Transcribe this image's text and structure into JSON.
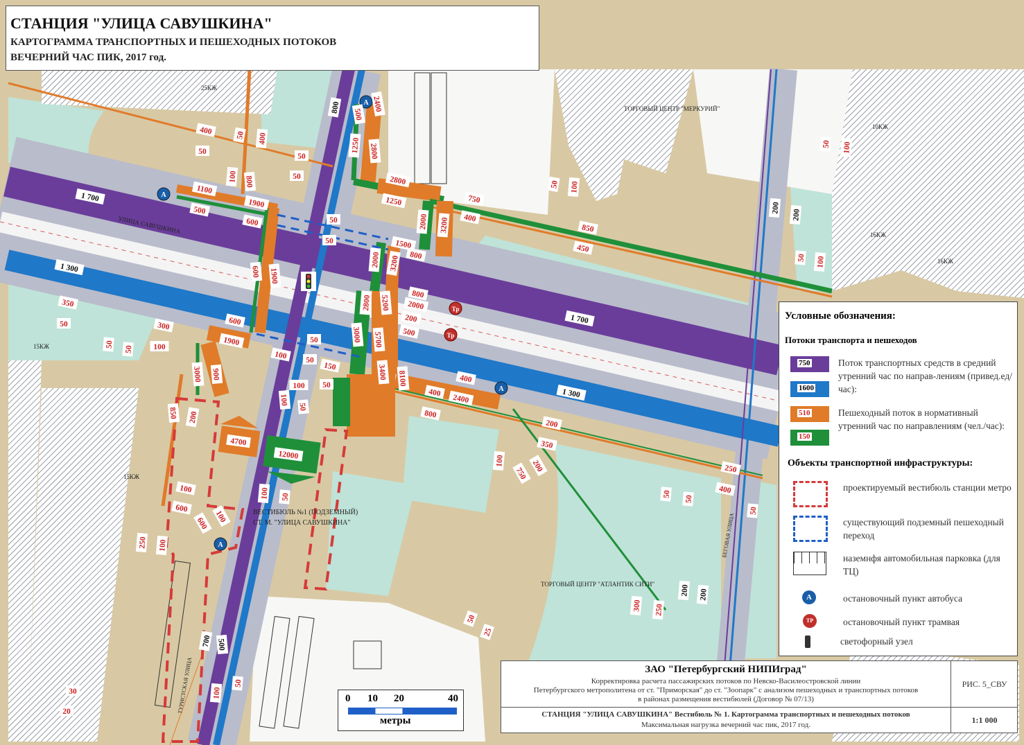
{
  "title": {
    "station": "СТАНЦИЯ \"УЛИЦА САВУШКИНА\"",
    "line1": "КАРТОГРАММА ТРАНСПОРТНЫХ И ПЕШЕХОДНЫХ ПОТОКОВ",
    "line2": "ВЕЧЕРНИЙ ЧАС ПИК, 2017 год."
  },
  "colors": {
    "vehicle_purple": "#6a3d9a",
    "vehicle_blue": "#1f78c8",
    "ped_orange": "#e07b2a",
    "ped_green": "#1f8f3a",
    "tan": "#d8c9a4",
    "teal": "#bfe3d8",
    "road_gray": "#b9bccb",
    "vestibule_red": "#d63a3a"
  },
  "map_labels": {
    "block_25kj": "25КЖ",
    "mall_mercury": "ТОРГОВЫЙ ЦЕНТР \"МЕРКУРИЙ\"",
    "block_10kj": "10КЖ",
    "block_16kj_a": "16КЖ",
    "block_16kj_b": "16КЖ",
    "street_savushkina": "УЛИЦА САВУШКИНА",
    "block_15kj_a": "15КЖ",
    "block_15kj_b": "15КЖ",
    "vestibule_line1": "ВЕСТИБЮЛЬ №1 (ПОДЗЕМНЫЙ)",
    "vestibule_line2": "СТ. М. \"УЛИЦА САВУШКИНА\"",
    "mall_atlantic": "ТОРГОВЫЙ ЦЕНТР \"АТЛАНТИК СИТИ\"",
    "street_turistskaya": "ТУРИСТСКАЯ УЛИЦА",
    "street_begovaya": "БЕГОВАЯ УЛИЦА",
    "tram_stop": "Тр",
    "bus_stop": "А"
  },
  "vehicle_flows": [
    "1 700",
    "1 300",
    "1 700",
    "1 300",
    "800",
    "200",
    "200",
    "200",
    "200",
    "700",
    "500"
  ],
  "pedestrian_flows": [
    "400",
    "50",
    "50",
    "400",
    "50",
    "50",
    "100",
    "800",
    "1100",
    "500",
    "1900",
    "600",
    "50",
    "50",
    "2400",
    "500",
    "1250",
    "2800",
    "2800",
    "1250",
    "750",
    "400",
    "2000",
    "3200",
    "1500",
    "850",
    "450",
    "50",
    "100",
    "2000",
    "3200",
    "800",
    "600",
    "1900",
    "2800",
    "5200",
    "800",
    "2000",
    "200",
    "500",
    "350",
    "50",
    "300",
    "100",
    "600",
    "1900",
    "3000",
    "5700",
    "50",
    "100",
    "50",
    "150",
    "50",
    "100",
    "50",
    "100",
    "3400",
    "8100",
    "400",
    "400",
    "2400",
    "800",
    "3000",
    "900",
    "850",
    "200",
    "4700",
    "12000",
    "100",
    "350",
    "200",
    "200",
    "750",
    "250",
    "400",
    "50",
    "50",
    "50",
    "100",
    "50",
    "100",
    "600",
    "600",
    "100",
    "250",
    "100",
    "50",
    "50",
    "50",
    "100",
    "50",
    "100",
    "300",
    "250",
    "50",
    "25",
    "100",
    "50",
    "30",
    "20"
  ],
  "legend": {
    "title": "Условные обозначения:",
    "section_flows": "Потоки транспорта и пешеходов",
    "swatch_vehicle_1": "750",
    "swatch_vehicle_2": "1600",
    "vehicle_desc": "Поток транспортных средств в средний утренний час по направ-лениям (привед.ед/час):",
    "swatch_ped_1": "510",
    "swatch_ped_2": "150",
    "ped_desc": "Пешеходный поток в нормативный утренний час по направлениям (чел./час):",
    "section_infra": "Объекты транспортной инфраструктуры:",
    "vestibule": "проектируемый вестибюль станции метро",
    "underpass": "существующий подземный пешеходный переход",
    "parking": "наземнфя автомобильная парковка (для ТЦ)",
    "bus": "остановочный пункт автобуса",
    "tram": "остановочный пункт трамвая",
    "traffic_light": "светофорный узел",
    "bus_glyph": "А",
    "tram_glyph": "ТР"
  },
  "title_block": {
    "org": "ЗАО \"Петербургский НИПИград\"",
    "desc1": "Корректировка расчета пассажирских потоков по Невско-Василеостровской линии",
    "desc2": "Петербургского метрополитена от ст. \"Приморская\" до ст. \"Зоопарк\" с анализом пешеходных и транспортных потоков",
    "desc3": "в районах размещения вестибюлей (Договор № 07/13)",
    "figure": "РИС. 5_СВУ",
    "sheet1": "СТАНЦИЯ \"УЛИЦА САВУШКИНА\" Вестибюль № 1. Картограмма транспортных и пешеходных потоков",
    "sheet2": "Максимальная нагрузка вечерний час пик, 2017 год.",
    "scale": "1:1 000"
  },
  "scale_bar": {
    "ticks": [
      "0",
      "10",
      "20",
      "40"
    ],
    "unit": "метры"
  }
}
